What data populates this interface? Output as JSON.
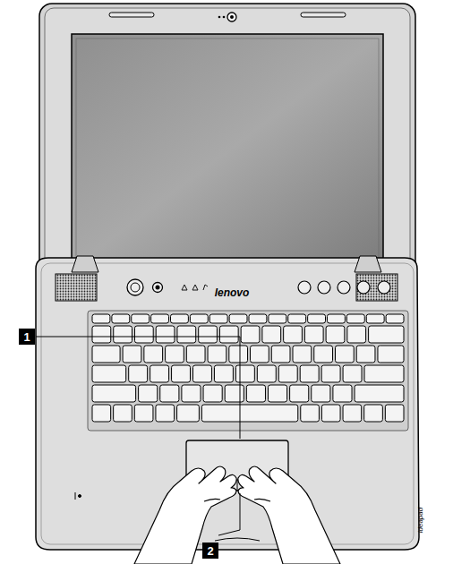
{
  "diagram": {
    "labels": [
      "1",
      "lenovo",
      "ideapad",
      "2"
    ]
  }
}
